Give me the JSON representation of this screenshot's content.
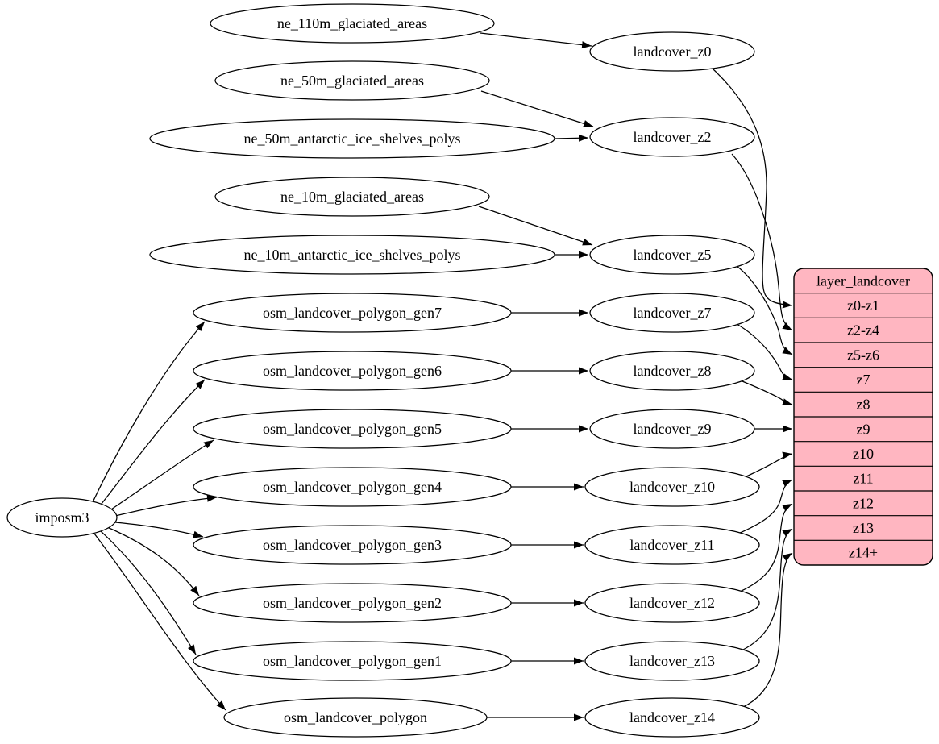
{
  "diagram": {
    "type": "dependency-graph",
    "direction": "left-to-right",
    "colors": {
      "background": "#ffffff",
      "edge": "#000000",
      "ellipse_fill": "#ffffff",
      "ellipse_stroke": "#000000",
      "record_fill": "#ffb6c1",
      "record_stroke": "#000000",
      "text": "#000000"
    },
    "nodes": [
      {
        "id": "imposm3",
        "label": "imposm3",
        "shape": "ellipse"
      },
      {
        "id": "ne_110m_glaciated_areas",
        "label": "ne_110m_glaciated_areas",
        "shape": "ellipse"
      },
      {
        "id": "ne_50m_glaciated_areas",
        "label": "ne_50m_glaciated_areas",
        "shape": "ellipse"
      },
      {
        "id": "ne_50m_antarctic_ice_shelves_polys",
        "label": "ne_50m_antarctic_ice_shelves_polys",
        "shape": "ellipse"
      },
      {
        "id": "ne_10m_glaciated_areas",
        "label": "ne_10m_glaciated_areas",
        "shape": "ellipse"
      },
      {
        "id": "ne_10m_antarctic_ice_shelves_polys",
        "label": "ne_10m_antarctic_ice_shelves_polys",
        "shape": "ellipse"
      },
      {
        "id": "osm_landcover_polygon_gen7",
        "label": "osm_landcover_polygon_gen7",
        "shape": "ellipse"
      },
      {
        "id": "osm_landcover_polygon_gen6",
        "label": "osm_landcover_polygon_gen6",
        "shape": "ellipse"
      },
      {
        "id": "osm_landcover_polygon_gen5",
        "label": "osm_landcover_polygon_gen5",
        "shape": "ellipse"
      },
      {
        "id": "osm_landcover_polygon_gen4",
        "label": "osm_landcover_polygon_gen4",
        "shape": "ellipse"
      },
      {
        "id": "osm_landcover_polygon_gen3",
        "label": "osm_landcover_polygon_gen3",
        "shape": "ellipse"
      },
      {
        "id": "osm_landcover_polygon_gen2",
        "label": "osm_landcover_polygon_gen2",
        "shape": "ellipse"
      },
      {
        "id": "osm_landcover_polygon_gen1",
        "label": "osm_landcover_polygon_gen1",
        "shape": "ellipse"
      },
      {
        "id": "osm_landcover_polygon",
        "label": "osm_landcover_polygon",
        "shape": "ellipse"
      },
      {
        "id": "landcover_z0",
        "label": "landcover_z0",
        "shape": "ellipse"
      },
      {
        "id": "landcover_z2",
        "label": "landcover_z2",
        "shape": "ellipse"
      },
      {
        "id": "landcover_z5",
        "label": "landcover_z5",
        "shape": "ellipse"
      },
      {
        "id": "landcover_z7",
        "label": "landcover_z7",
        "shape": "ellipse"
      },
      {
        "id": "landcover_z8",
        "label": "landcover_z8",
        "shape": "ellipse"
      },
      {
        "id": "landcover_z9",
        "label": "landcover_z9",
        "shape": "ellipse"
      },
      {
        "id": "landcover_z10",
        "label": "landcover_z10",
        "shape": "ellipse"
      },
      {
        "id": "landcover_z11",
        "label": "landcover_z11",
        "shape": "ellipse"
      },
      {
        "id": "landcover_z12",
        "label": "landcover_z12",
        "shape": "ellipse"
      },
      {
        "id": "landcover_z13",
        "label": "landcover_z13",
        "shape": "ellipse"
      },
      {
        "id": "landcover_z14",
        "label": "landcover_z14",
        "shape": "ellipse"
      }
    ],
    "record": {
      "id": "layer_landcover",
      "title": "layer_landcover",
      "rows": [
        "z0-z1",
        "z2-z4",
        "z5-z6",
        "z7",
        "z8",
        "z9",
        "z10",
        "z11",
        "z12",
        "z13",
        "z14+"
      ]
    },
    "edges": [
      {
        "from": "imposm3",
        "to": "osm_landcover_polygon_gen7"
      },
      {
        "from": "imposm3",
        "to": "osm_landcover_polygon_gen6"
      },
      {
        "from": "imposm3",
        "to": "osm_landcover_polygon_gen5"
      },
      {
        "from": "imposm3",
        "to": "osm_landcover_polygon_gen4"
      },
      {
        "from": "imposm3",
        "to": "osm_landcover_polygon_gen3"
      },
      {
        "from": "imposm3",
        "to": "osm_landcover_polygon_gen2"
      },
      {
        "from": "imposm3",
        "to": "osm_landcover_polygon_gen1"
      },
      {
        "from": "imposm3",
        "to": "osm_landcover_polygon"
      },
      {
        "from": "ne_110m_glaciated_areas",
        "to": "landcover_z0"
      },
      {
        "from": "ne_50m_glaciated_areas",
        "to": "landcover_z2"
      },
      {
        "from": "ne_50m_antarctic_ice_shelves_polys",
        "to": "landcover_z2"
      },
      {
        "from": "ne_10m_glaciated_areas",
        "to": "landcover_z5"
      },
      {
        "from": "ne_10m_antarctic_ice_shelves_polys",
        "to": "landcover_z5"
      },
      {
        "from": "osm_landcover_polygon_gen7",
        "to": "landcover_z7"
      },
      {
        "from": "osm_landcover_polygon_gen6",
        "to": "landcover_z8"
      },
      {
        "from": "osm_landcover_polygon_gen5",
        "to": "landcover_z9"
      },
      {
        "from": "osm_landcover_polygon_gen4",
        "to": "landcover_z10"
      },
      {
        "from": "osm_landcover_polygon_gen3",
        "to": "landcover_z11"
      },
      {
        "from": "osm_landcover_polygon_gen2",
        "to": "landcover_z12"
      },
      {
        "from": "osm_landcover_polygon_gen1",
        "to": "landcover_z13"
      },
      {
        "from": "osm_landcover_polygon",
        "to": "landcover_z14"
      },
      {
        "from": "landcover_z0",
        "to": "layer_landcover",
        "port": "z0-z1"
      },
      {
        "from": "landcover_z2",
        "to": "layer_landcover",
        "port": "z2-z4"
      },
      {
        "from": "landcover_z5",
        "to": "layer_landcover",
        "port": "z5-z6"
      },
      {
        "from": "landcover_z7",
        "to": "layer_landcover",
        "port": "z7"
      },
      {
        "from": "landcover_z8",
        "to": "layer_landcover",
        "port": "z8"
      },
      {
        "from": "landcover_z9",
        "to": "layer_landcover",
        "port": "z9"
      },
      {
        "from": "landcover_z10",
        "to": "layer_landcover",
        "port": "z10"
      },
      {
        "from": "landcover_z11",
        "to": "layer_landcover",
        "port": "z11"
      },
      {
        "from": "landcover_z12",
        "to": "layer_landcover",
        "port": "z12"
      },
      {
        "from": "landcover_z13",
        "to": "layer_landcover",
        "port": "z13"
      },
      {
        "from": "landcover_z14",
        "to": "layer_landcover",
        "port": "z14+"
      }
    ]
  }
}
